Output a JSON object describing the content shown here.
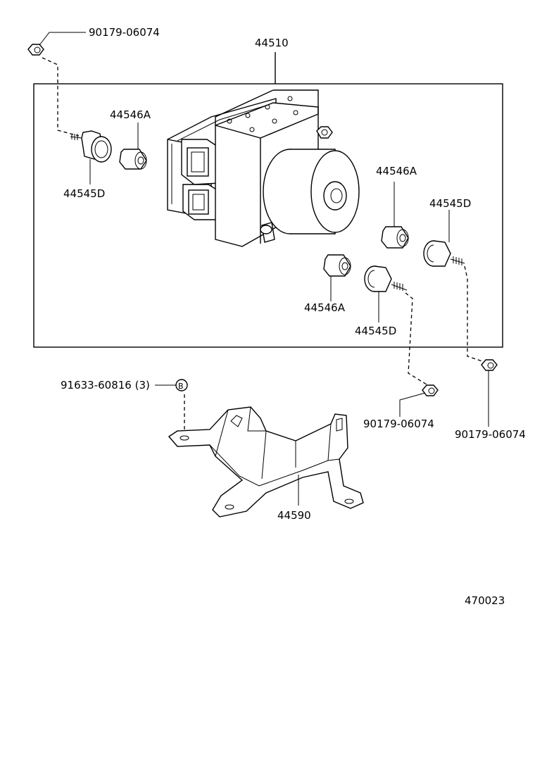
{
  "labels": {
    "assembly": "44510",
    "bolt_top_left": "90179-06074",
    "cushion_a_left": "44546A",
    "grommet_d_left": "44545D",
    "cushion_a_right_upper": "44546A",
    "grommet_d_right_upper": "44545D",
    "cushion_a_right_lower": "44546A",
    "grommet_d_right_lower": "44545D",
    "screw_bracket": "91633-60816 (3)",
    "screw_bracket_symbol": "B",
    "bolt_bottom_center": "90179-06074",
    "bolt_bottom_right": "90179-06074",
    "bracket": "44590",
    "figure_number": "470023"
  }
}
